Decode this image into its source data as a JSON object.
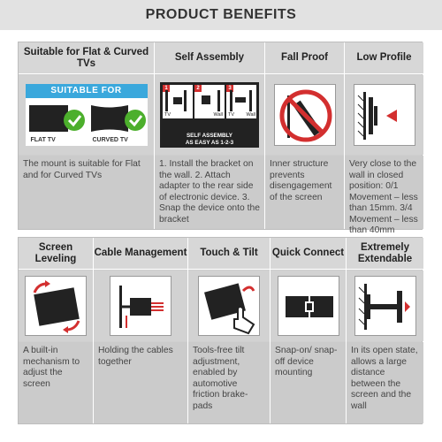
{
  "title": "PRODUCT BENEFITS",
  "top": [
    {
      "header": "Suitable for Flat & Curved TVs",
      "icon": "flat-curved-tv-icon",
      "icon_text": {
        "band": "SUITABLE FOR",
        "left": "FLAT TV",
        "right": "CURVED TV"
      },
      "desc": "The mount is suitable for Flat and for Curved TVs"
    },
    {
      "header": "Self Assembly",
      "icon": "assembly-steps-icon",
      "icon_text": {
        "tv": "TV",
        "wall1": "Wall",
        "tv2": "TV",
        "wall2": "Wall",
        "caption1": "SELF ASSEMBLY",
        "caption2": "AS EASY AS 1-2-3",
        "n1": "1",
        "n2": "2",
        "n3": "3"
      },
      "desc": "1. Install the bracket on the wall. 2. Attach adapter to the rear side of electronic device. 3. Snap the device onto the bracket"
    },
    {
      "header": "Fall Proof",
      "icon": "no-fall-icon",
      "desc": "Inner structure prevents disengagement of the screen"
    },
    {
      "header": "Low Profile",
      "icon": "low-profile-icon",
      "desc": "Very close to the wall in closed position: 0/1 Movement – less than 15mm. 3/4 Movement – less than 40mm"
    }
  ],
  "bottom": [
    {
      "header": "Screen Leveling",
      "icon": "screen-leveling-icon",
      "desc": "A built-in mechanism to adjust the screen"
    },
    {
      "header": "Cable Management",
      "icon": "cable-management-icon",
      "desc": "Holding the cables together"
    },
    {
      "header": "Touch & Tilt",
      "icon": "touch-tilt-icon",
      "desc": "Tools-free tilt adjustment, enabled by automotive friction brake-pads"
    },
    {
      "header": "Quick Connect",
      "icon": "quick-connect-icon",
      "desc": "Snap-on/ snap-off device mounting"
    },
    {
      "header": "Extremely Extendable",
      "icon": "extendable-arm-icon",
      "desc": "In its open state, allows a large distance between the screen and the wall"
    }
  ],
  "colors": {
    "accent_red": "#d32f2f",
    "accent_blue": "#3aa8dc",
    "check_green": "#4caf2c"
  }
}
